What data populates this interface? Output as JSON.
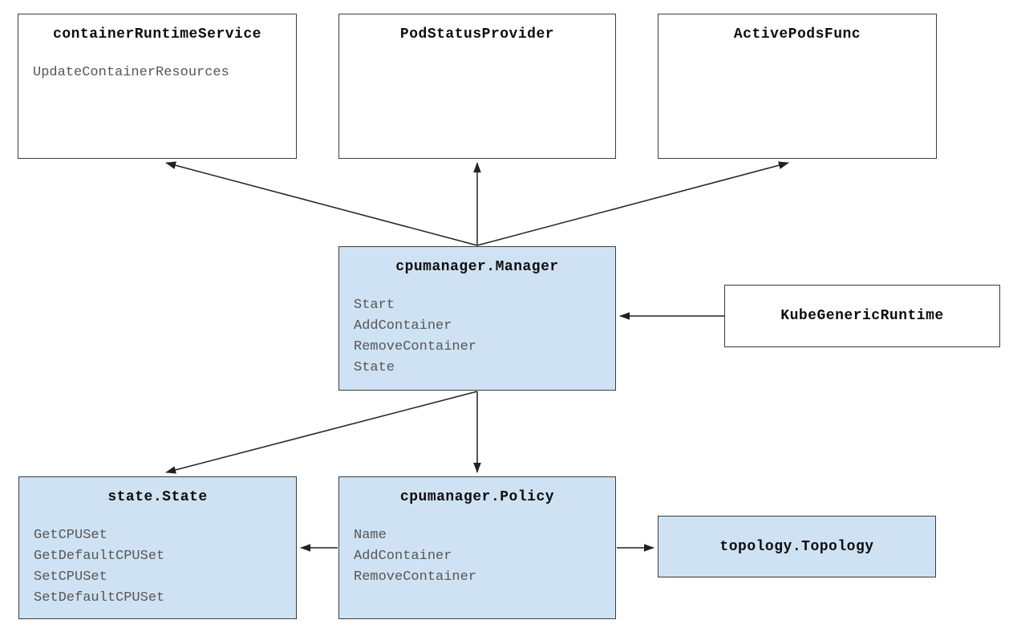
{
  "diagram": {
    "description": "CPU Manager architecture diagram",
    "colors": {
      "background": "#ffffff",
      "node_fill_highlight": "#cfe2f3",
      "node_fill_plain": "#ffffff",
      "node_border": "#3d3d3d",
      "title_text": "#0d0d0d",
      "method_text": "#565656",
      "arrow": "#212121"
    },
    "nodes": {
      "containerRuntimeService": {
        "title": "containerRuntimeService",
        "methods": [
          "UpdateContainerResources"
        ]
      },
      "podStatusProvider": {
        "title": "PodStatusProvider",
        "methods": []
      },
      "activePodsFunc": {
        "title": "ActivePodsFunc",
        "methods": []
      },
      "cpumanagerManager": {
        "title": "cpumanager.Manager",
        "methods": [
          "Start",
          "AddContainer",
          "RemoveContainer",
          "State"
        ]
      },
      "kubeGenericRuntime": {
        "title": "KubeGenericRuntime",
        "methods": []
      },
      "stateState": {
        "title": "state.State",
        "methods": [
          "GetCPUSet",
          "GetDefaultCPUSet",
          "SetCPUSet",
          "SetDefaultCPUSet"
        ]
      },
      "cpumanagerPolicy": {
        "title": "cpumanager.Policy",
        "methods": [
          "Name",
          "AddContainer",
          "RemoveContainer"
        ]
      },
      "topologyTopology": {
        "title": "topology.Topology",
        "methods": []
      }
    },
    "edges": [
      {
        "from": "cpumanager.Manager",
        "to": "containerRuntimeService"
      },
      {
        "from": "cpumanager.Manager",
        "to": "PodStatusProvider"
      },
      {
        "from": "cpumanager.Manager",
        "to": "ActivePodsFunc"
      },
      {
        "from": "KubeGenericRuntime",
        "to": "cpumanager.Manager"
      },
      {
        "from": "cpumanager.Manager",
        "to": "state.State"
      },
      {
        "from": "cpumanager.Manager",
        "to": "cpumanager.Policy"
      },
      {
        "from": "cpumanager.Policy",
        "to": "state.State"
      },
      {
        "from": "cpumanager.Policy",
        "to": "topology.Topology"
      }
    ]
  }
}
